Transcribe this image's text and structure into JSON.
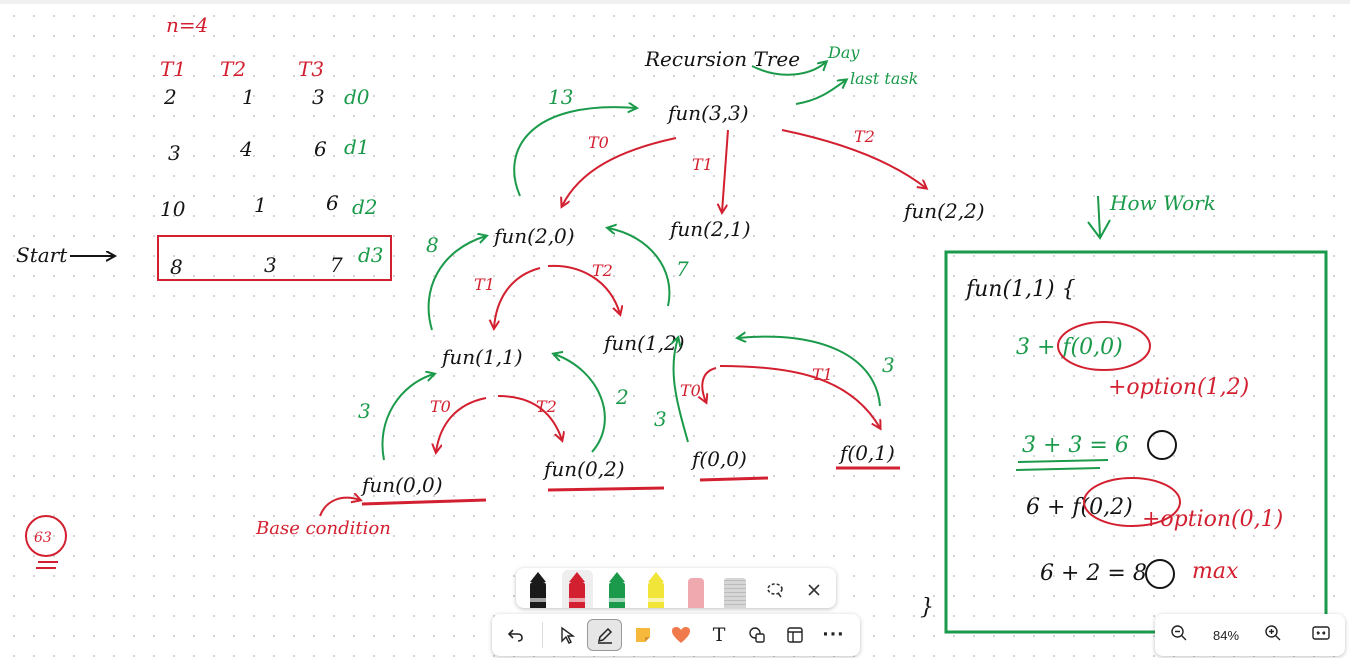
{
  "canvas": {
    "n_label": "n=4",
    "table": {
      "headers": [
        "T1",
        "T2",
        "T3"
      ],
      "rows": [
        {
          "values": [
            "2",
            "1",
            "3"
          ],
          "label": "d0"
        },
        {
          "values": [
            "3",
            "4",
            "6"
          ],
          "label": "d1"
        },
        {
          "values": [
            "10",
            "1",
            "6"
          ],
          "label": "d2"
        },
        {
          "values": [
            "8",
            "3",
            "7"
          ],
          "label": "d3"
        }
      ],
      "start_label": "Start"
    },
    "tree": {
      "title": "Recursion Tree",
      "day_label": "Day",
      "last_task_label": "last task",
      "nodes": {
        "root": "fun(3,3)",
        "n20": "fun(2,0)",
        "n21": "fun(2,1)",
        "n22": "fun(2,2)",
        "n11": "fun(1,1)",
        "n12": "fun(1,2)",
        "n010": "fun(0,0)",
        "n02": "fun(0,2)",
        "f00": "f(0,0)",
        "f01": "f(0,1)"
      },
      "edge_labels": {
        "root_t0": "T0",
        "root_t1": "T1",
        "root_t2": "T2",
        "n20_t1": "T1",
        "n20_t2": "T2",
        "n11_t0": "T0",
        "n11_t2": "T2",
        "n12_t0": "T0",
        "n12_t1": "T1"
      },
      "returns": {
        "r13": "13",
        "r8": "8",
        "r7": "7",
        "r3a": "3",
        "r2": "2",
        "r3b": "3",
        "r3c": "3"
      },
      "base_condition": "Base condition"
    },
    "howwork": {
      "title": "How Work",
      "lines": {
        "l1": "fun(1,1) {",
        "l2": "3 + f(0,0)",
        "l3": "+option(1,2)",
        "l4": "3 + 3 = 6",
        "l5": "6 + f(0,2)",
        "l6": "+option(0,1)",
        "l7": "6 + 2 = 8",
        "l8": "max",
        "l9": "}"
      }
    },
    "doodle": "63"
  },
  "pen_tray": {
    "pens": [
      {
        "name": "black-pen",
        "color": "#1a1a1a"
      },
      {
        "name": "red-pen",
        "color": "#d32030"
      },
      {
        "name": "green-pen",
        "color": "#1a9a4a"
      },
      {
        "name": "yellow-highlighter",
        "color": "#f2e53a"
      },
      {
        "name": "eraser",
        "color": "#f1a9b0"
      },
      {
        "name": "ruler",
        "color": "#d6d6d6"
      }
    ],
    "lasso_icon": "lasso-icon",
    "close_icon": "close-icon"
  },
  "toolbar": {
    "tools": [
      "undo-icon",
      "select-icon",
      "pen-icon",
      "sticky-note-icon",
      "heart-icon",
      "text-icon",
      "shapes-icon",
      "frame-icon",
      "more-icon"
    ],
    "text_tool": "T",
    "more": "···"
  },
  "zoom": {
    "value": "84%"
  },
  "colors": {
    "red": "#d32030",
    "green": "#1a9a4a",
    "ink": "#141414"
  }
}
